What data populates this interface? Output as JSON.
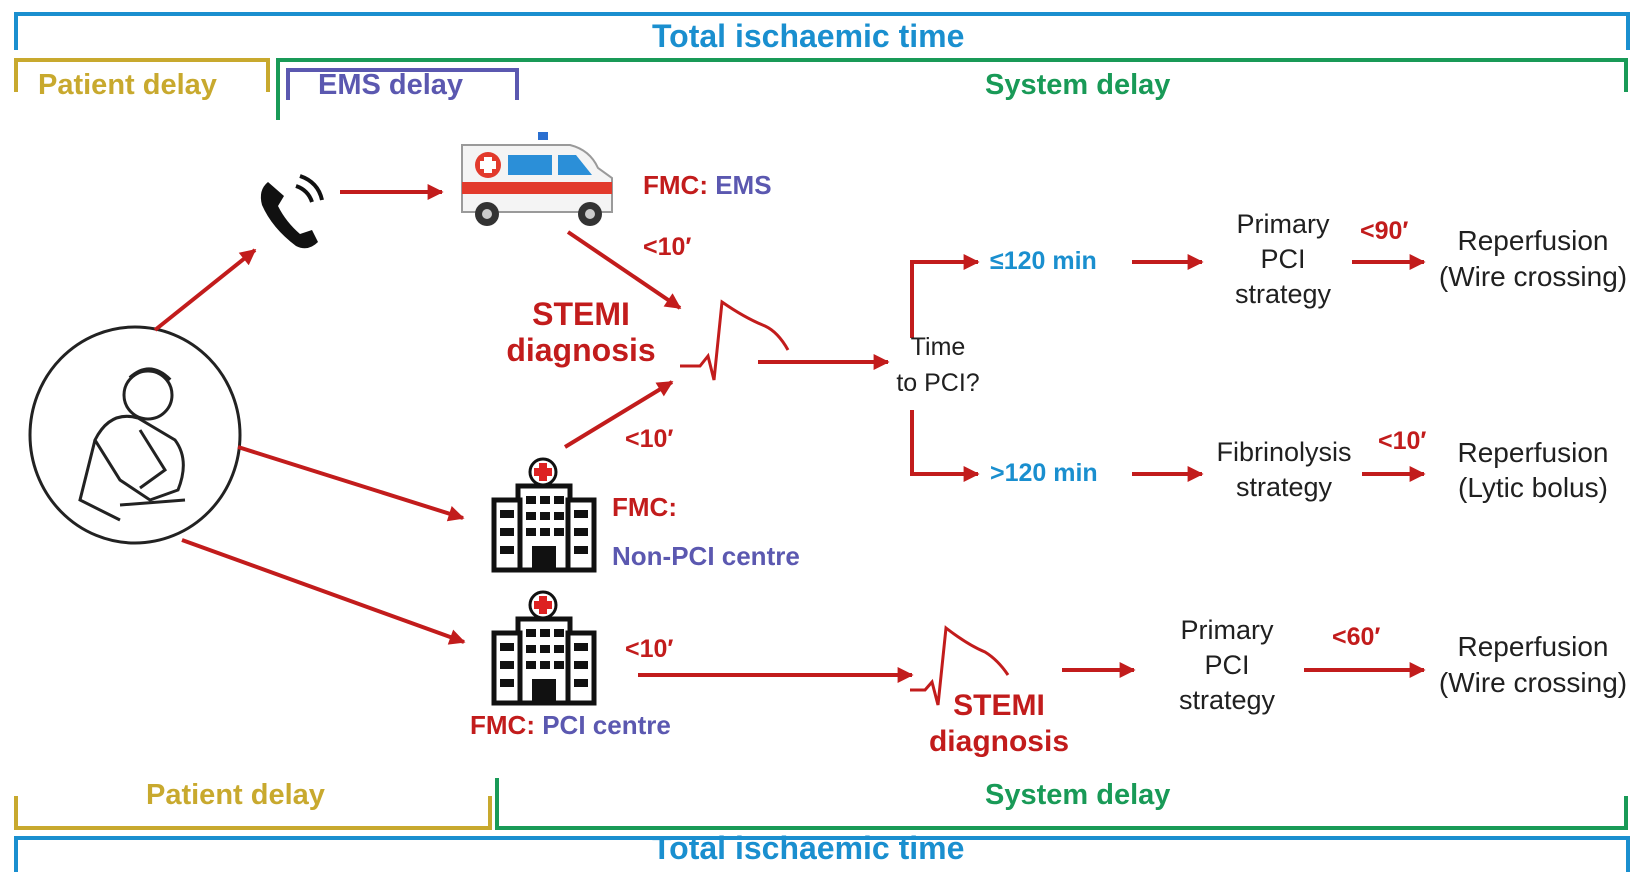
{
  "header": {
    "total_ischaemic_time": "Total ischaemic time",
    "patient_delay": "Patient delay",
    "ems_delay": "EMS delay",
    "system_delay": "System delay"
  },
  "footer": {
    "patient_delay": "Patient delay",
    "system_delay": "System delay",
    "total_ischaemic_time": "Total ischaemic time"
  },
  "ems_path": {
    "fmc_prefix": "FMC:",
    "fmc_place": "EMS",
    "time_to_diagnosis": "<10′"
  },
  "stemi_diagnosis_top": {
    "line1": "STEMI",
    "line2": "diagnosis"
  },
  "non_pci_path": {
    "time_to_diagnosis": "<10′",
    "fmc_prefix": "FMC:",
    "fmc_place": "Non-PCI centre"
  },
  "decision": {
    "line1": "Time",
    "line2": "to PCI?"
  },
  "upper_branch": {
    "condition": "≤120 min",
    "strategy_lines": [
      "Primary",
      "PCI",
      "strategy"
    ],
    "time": "<90′",
    "outcome_line1": "Reperfusion",
    "outcome_line2": "(Wire crossing)"
  },
  "lower_branch": {
    "condition": ">120 min",
    "strategy_line1": "Fibrinolysis",
    "strategy_line2": "strategy",
    "time": "<10′",
    "outcome_line1": "Reperfusion",
    "outcome_line2": "(Lytic bolus)"
  },
  "pci_centre_path": {
    "time_to_diagnosis": "<10′",
    "fmc_prefix": "FMC:",
    "fmc_place": "PCI centre",
    "stemi_line1": "STEMI",
    "stemi_line2": "diagnosis",
    "strategy_lines": [
      "Primary",
      "PCI",
      "strategy"
    ],
    "time": "<60′",
    "outcome_line1": "Reperfusion",
    "outcome_line2": "(Wire crossing)"
  },
  "colors": {
    "total_time": "#1a8fcf",
    "patient_delay": "#c8a92e",
    "ems_delay": "#5b58b0",
    "system_delay": "#199a57",
    "arrows_and_times": "#c21c1c",
    "branch_conditions": "#1a8fcf"
  },
  "icons": [
    "phone-icon",
    "ambulance-icon",
    "ecg-icon",
    "hospital-icon",
    "patient-chest-pain-icon"
  ]
}
